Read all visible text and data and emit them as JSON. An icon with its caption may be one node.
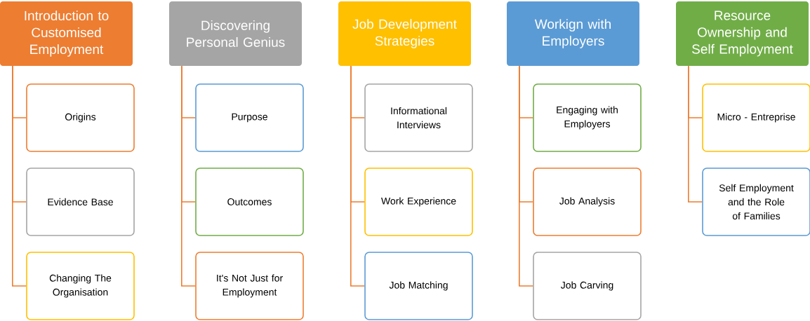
{
  "diagram": {
    "nodes": [
      {
        "text": [
          "Introduction to Customised Employment"
        ]
      },
      {
        "text": [
          "Origins"
        ]
      },
      {
        "text": [
          "Evidence Base"
        ]
      },
      {
        "text": [
          "Changing The Organisation"
        ]
      },
      {
        "text": [
          "Discovering Personal Genius"
        ]
      },
      {
        "text": [
          "Purpose"
        ]
      },
      {
        "text": [
          "Outcomes"
        ]
      },
      {
        "text": [
          "It's Not Just for Employment"
        ]
      },
      {
        "text": [
          "Job Development Strategies"
        ]
      },
      {
        "text": [
          "Informational Interviews"
        ]
      },
      {
        "text": [
          "Work Experience"
        ]
      },
      {
        "text": [
          "Job Matching"
        ]
      },
      {
        "text": [
          "Workign with Employers"
        ]
      },
      {
        "text": [
          "Engaging with Employers"
        ]
      },
      {
        "text": [
          "Job Analysis"
        ]
      },
      {
        "text": [
          "Job Carving"
        ]
      },
      {
        "text": [
          "Resource Ownership and Self Employment"
        ]
      },
      {
        "text": [
          "Micro - Entreprise"
        ]
      },
      {
        "text": [
          "Self Employment and the Role of Families"
        ]
      }
    ],
    "edges": [
      {
        "from": 0,
        "to": 1,
        "arrow": "none"
      },
      {
        "from": 0,
        "to": 2,
        "arrow": "none"
      },
      {
        "from": 0,
        "to": 3,
        "arrow": "none"
      },
      {
        "from": 4,
        "to": 5,
        "arrow": "none"
      },
      {
        "from": 4,
        "to": 6,
        "arrow": "none"
      },
      {
        "from": 4,
        "to": 7,
        "arrow": "none"
      },
      {
        "from": 8,
        "to": 9,
        "arrow": "none"
      },
      {
        "from": 8,
        "to": 10,
        "arrow": "none"
      },
      {
        "from": 8,
        "to": 11,
        "arrow": "none"
      },
      {
        "from": 12,
        "to": 13,
        "arrow": "none"
      },
      {
        "from": 12,
        "to": 14,
        "arrow": "none"
      },
      {
        "from": 12,
        "to": 15,
        "arrow": "none"
      },
      {
        "from": 16,
        "to": 17,
        "arrow": "none"
      },
      {
        "from": 16,
        "to": 18,
        "arrow": "none"
      }
    ]
  }
}
